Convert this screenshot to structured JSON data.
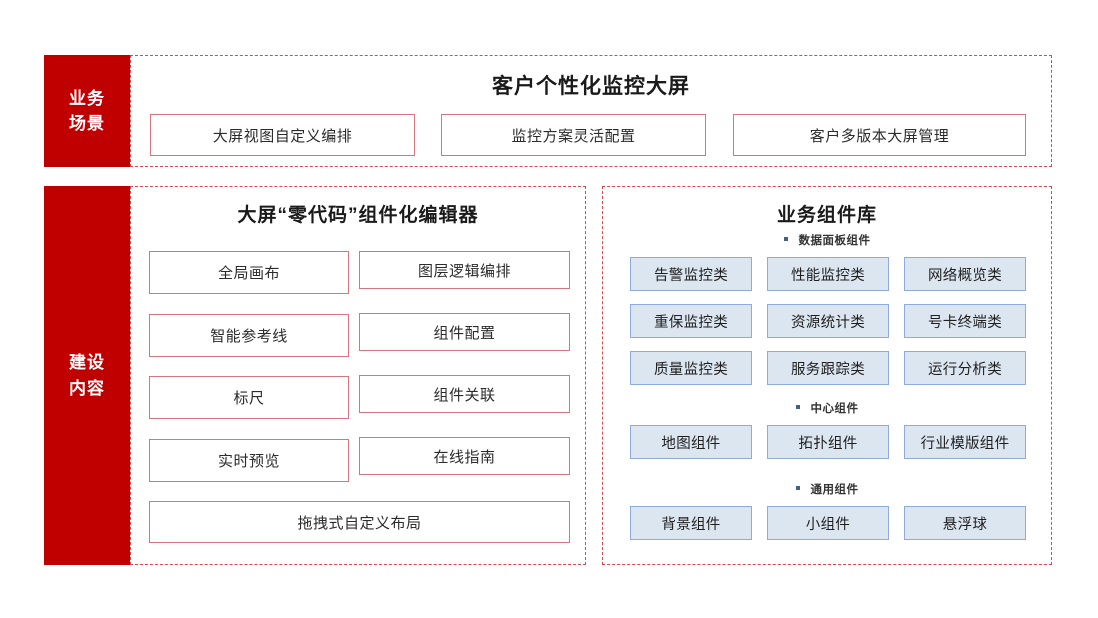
{
  "sidebar": {
    "scene_label_lines": [
      "业务",
      "场景"
    ],
    "build_label_lines": [
      "建设",
      "内容"
    ],
    "color": "#c00000"
  },
  "top_panel": {
    "title": "客户个性化监控大屏",
    "boxes": [
      "大屏视图自定义编排",
      "监控方案灵活配置",
      "客户多版本大屏管理"
    ]
  },
  "editor_panel": {
    "title": "大屏“零代码”组件化编辑器",
    "left_column": [
      "全局画布",
      "智能参考线",
      "标尺",
      "实时预览"
    ],
    "right_column": [
      "图层逻辑编排",
      "组件配置",
      "组件关联",
      "在线指南"
    ],
    "full_width_box": "拖拽式自定义布局",
    "box_border_color": "#d4757f"
  },
  "library_panel": {
    "title": "业务组件库",
    "groups": [
      {
        "label": "数据面板组件",
        "rows": [
          [
            "告警监控类",
            "性能监控类",
            "网络概览类"
          ],
          [
            "重保监控类",
            "资源统计类",
            "号卡终端类"
          ],
          [
            "质量监控类",
            "服务跟踪类",
            "运行分析类"
          ]
        ]
      },
      {
        "label": "中心组件",
        "rows": [
          [
            "地图组件",
            "拓扑组件",
            "行业模版组件"
          ]
        ]
      },
      {
        "label": "通用组件",
        "rows": [
          [
            "背景组件",
            "小组件",
            "悬浮球"
          ]
        ]
      }
    ],
    "box_fill_color": "#dce6f1",
    "box_border_color": "#8faadc"
  }
}
